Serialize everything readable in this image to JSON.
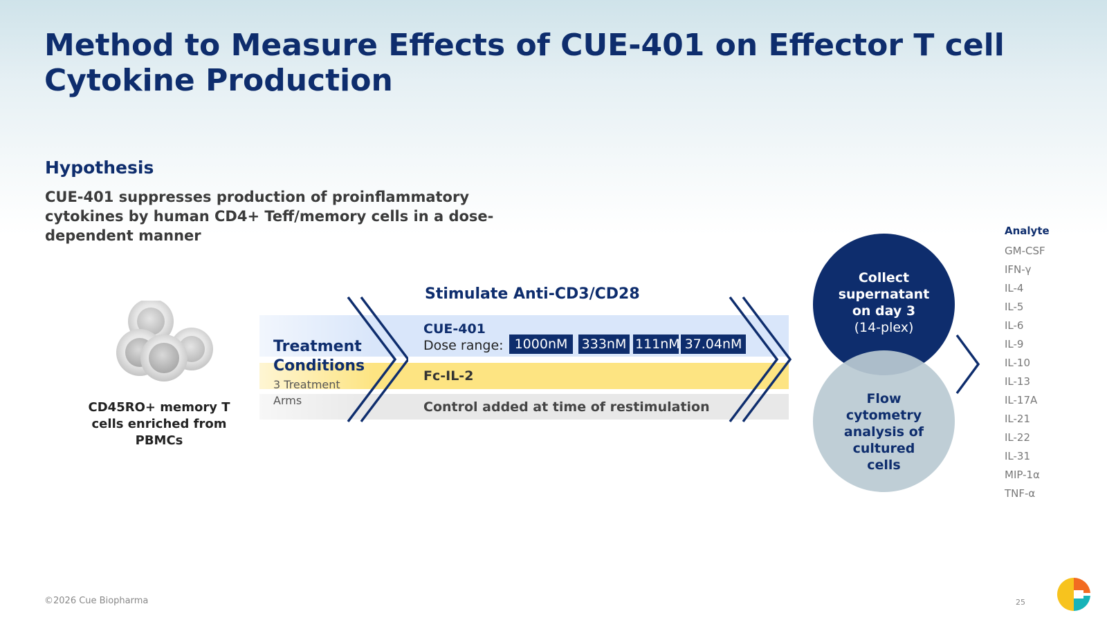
{
  "title": "Method to Measure Effects of CUE-401 on Effector T cell Cytokine Production",
  "hypothesis": {
    "heading": "Hypothesis",
    "text": "CUE-401 suppresses production of proinflammatory cytokines by human CD4+ Teff/memory cells in a dose-dependent manner"
  },
  "cells_caption": "CD45RO+ memory T cells enriched from PBMCs",
  "treatment": {
    "title": "Treatment Conditions",
    "subtitle": "3 Treatment Arms"
  },
  "stimulate_label": "Stimulate Anti-CD3/CD28",
  "arms": {
    "cue401_label": "CUE-401",
    "dose_range_label": "Dose range:",
    "doses": [
      "1000nM",
      "333nM",
      "111nM",
      "37.04nM"
    ],
    "fcil2_label": "Fc-IL-2",
    "control_label": "Control added at time of restimulation"
  },
  "collect": {
    "title": "Collect supernatant on day 3",
    "sub": "(14-plex)"
  },
  "flow_text": "Flow cytometry analysis of cultured cells",
  "analytes": {
    "header": "Analyte",
    "items": [
      "GM-CSF",
      "IFN-γ",
      "IL-4",
      "IL-5",
      "IL-6",
      "IL-9",
      "IL-10",
      "IL-13",
      "IL-17A",
      "IL-21",
      "IL-22",
      "IL-31",
      "MIP-1α",
      "TNF-α"
    ]
  },
  "footer": {
    "copyright": "©2026 Cue Biopharma",
    "page_number": "25"
  },
  "colors": {
    "navy": "#0e2d6d",
    "blue_band": "#d9e6fa",
    "yellow_band": "#fde482",
    "grey_band": "#e8e8e8",
    "flow_circle": "#bacad2",
    "logo_yellow": "#f7c31e",
    "logo_teal": "#16b3b8",
    "logo_orange": "#f26b21"
  }
}
